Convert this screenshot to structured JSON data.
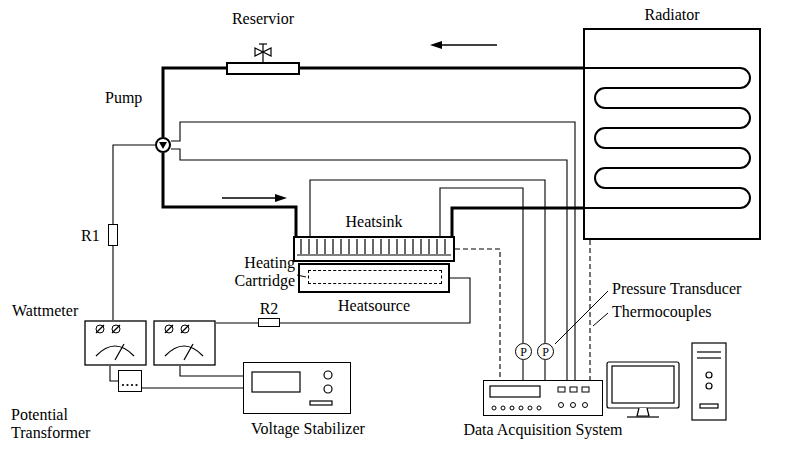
{
  "diagram": {
    "nodes": [
      {
        "text": [
          "Reservior"
        ]
      },
      {
        "text": [
          "Radiator"
        ]
      },
      {
        "text": [
          "Pump"
        ]
      },
      {
        "text": [
          "Heatsink"
        ]
      },
      {
        "text": [
          "Heatsource"
        ]
      },
      {
        "text": [
          "Heating Cartridge"
        ],
        "in": 4
      },
      {
        "text": [
          "R1"
        ]
      },
      {
        "text": [
          "Wattmeter"
        ]
      },
      {
        "text": [
          "R2"
        ]
      },
      {
        "text": [
          "Potential Transformer"
        ]
      },
      {
        "text": [
          "Voltage Stabilizer"
        ]
      },
      {
        "text": [
          "P"
        ]
      },
      {
        "text": [
          "P"
        ]
      },
      {
        "text": [
          "Data Acquisition System"
        ]
      }
    ],
    "edges": [
      {
        "from": 1,
        "to": 0,
        "arrow": "none"
      },
      {
        "from": 0,
        "to": 2,
        "arrow": "none"
      },
      {
        "from": 2,
        "to": 3,
        "arrow": "none"
      },
      {
        "from": 3,
        "to": 1,
        "arrow": "none"
      },
      {
        "from": 2,
        "to": 6,
        "arrow": "none"
      },
      {
        "from": 6,
        "to": 7,
        "arrow": "none"
      },
      {
        "from": 7,
        "to": 8,
        "arrow": "none"
      },
      {
        "from": 8,
        "to": 4,
        "arrow": "none"
      },
      {
        "from": 7,
        "to": 9,
        "arrow": "none"
      },
      {
        "from": 7,
        "to": 10,
        "arrow": "none"
      },
      {
        "from": 9,
        "to": 10,
        "arrow": "none"
      },
      {
        "from": 2,
        "to": 13,
        "arrow": "none"
      },
      {
        "from": 2,
        "to": 13,
        "arrow": "none"
      },
      {
        "from": 3,
        "to": 12,
        "arrow": "none"
      },
      {
        "from": 3,
        "to": 11,
        "arrow": "none"
      },
      {
        "from": 11,
        "to": 13,
        "arrow": "none"
      },
      {
        "from": 12,
        "to": 13,
        "arrow": "none"
      },
      {
        "from": 3,
        "to": 13,
        "arrow": "none"
      },
      {
        "from": 1,
        "to": 13,
        "arrow": "none"
      }
    ],
    "labels": [
      "Pressure Transducer",
      "Thermocouples"
    ]
  }
}
